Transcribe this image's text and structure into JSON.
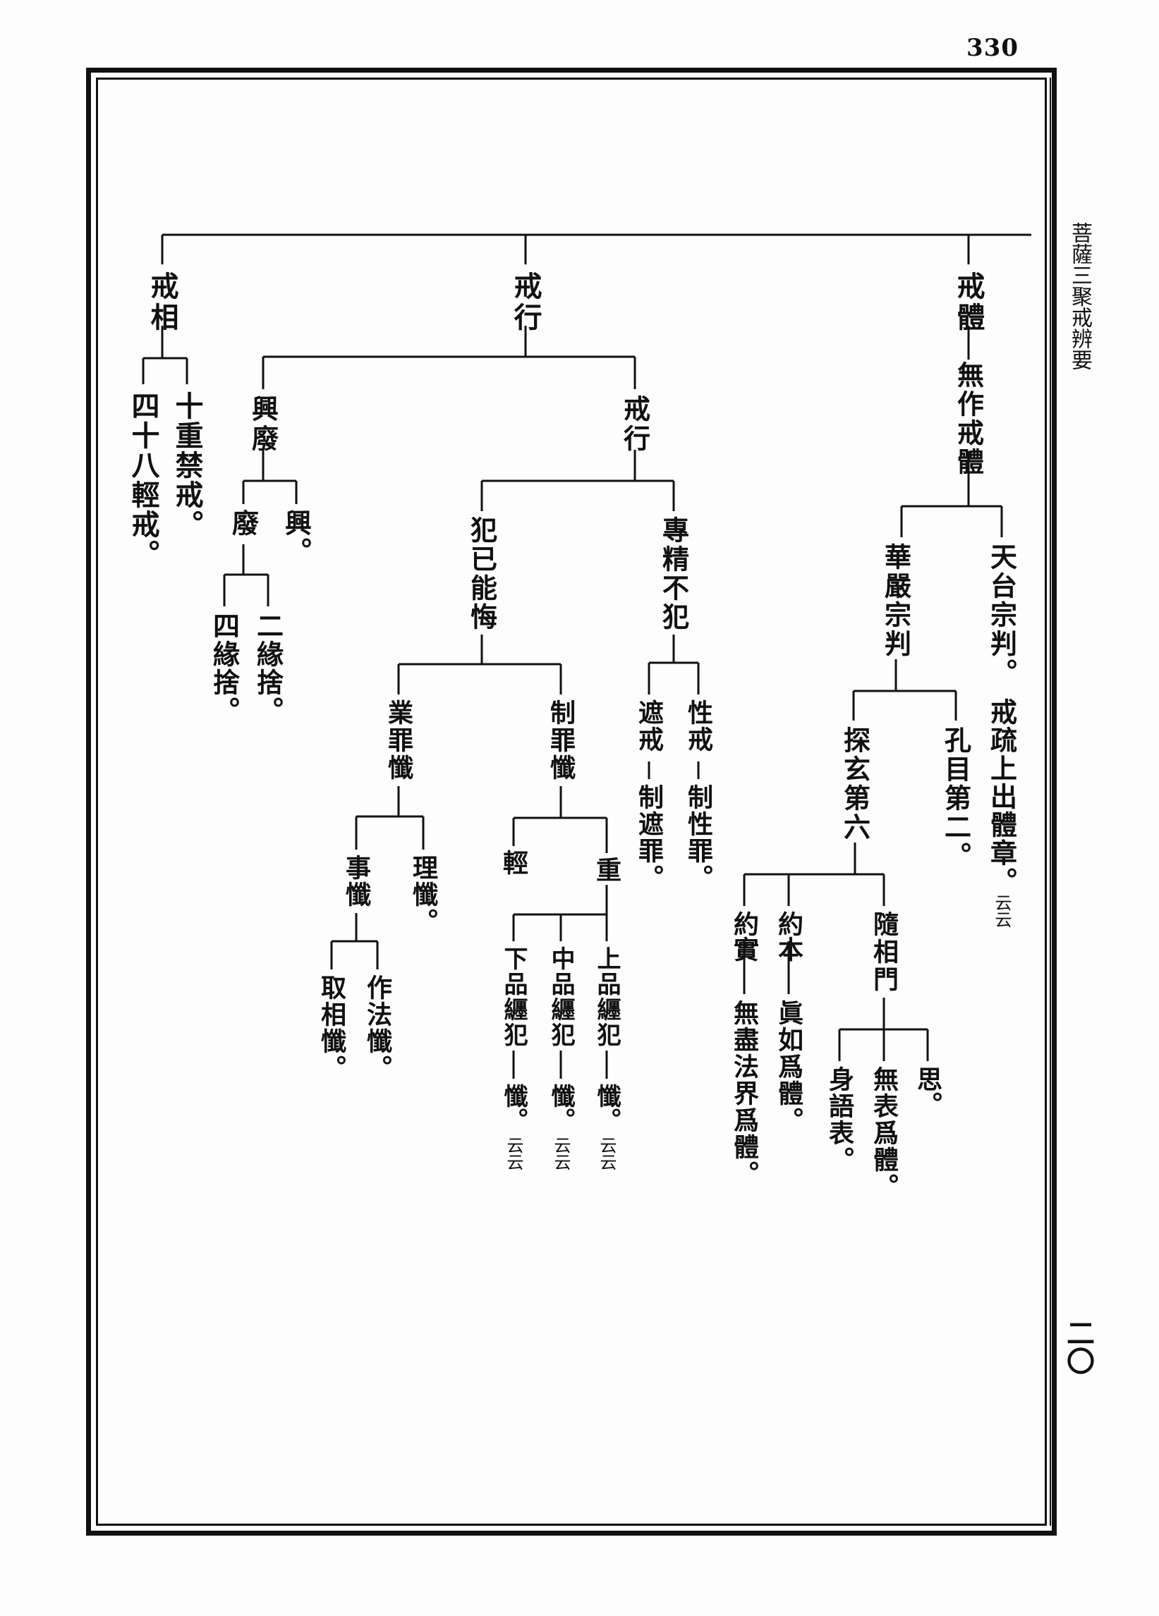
{
  "page_number": "330",
  "book_title": "菩薩三聚戒辨要",
  "folio": "二〇",
  "tree": {
    "root_branches": {
      "jie_xiang": "戒相",
      "jie_xing": "戒行",
      "jie_ti": "戒體"
    },
    "jie_xiang": {
      "shi_zhong": "十重禁戒。",
      "sishiba": "四十八輕戒。"
    },
    "jie_xing": {
      "xing_fei": "興廢",
      "xing": "興。",
      "fei": "廢",
      "er_yuan": "二緣捨。",
      "si_yuan": "四緣捨。",
      "jie_xing2": "戒行",
      "zhuan_jing": "專精不犯",
      "xing_jie": "性戒",
      "xing_zhi": "制性罪。",
      "zhe_jie": "遮戒",
      "zhe_zhi": "制遮罪。",
      "fan_yi": "犯已能悔",
      "zhi_zui": "制罪懺",
      "zhong": "重",
      "qing": "輕",
      "shang_pin": "上品纒犯",
      "zhong_pin": "中品纒犯",
      "xia_pin": "下品纒犯",
      "chan_yun": "懺。",
      "yunyun": "云云",
      "chan": "懺。",
      "ye_zui": "業罪懺",
      "li_chan": "理懺。",
      "shi_chan": "事懺",
      "zuo_fa": "作法懺。",
      "qu_xiang": "取相懺。"
    },
    "jie_ti": {
      "wu_zuo": "無作戒體",
      "tian_tai": "天台宗判。",
      "jie_shu": "戒疏上出體章。",
      "hua_yan": "華嚴宗判",
      "kong_mu": "孔目第二。",
      "tan_xuan": "探玄第六",
      "sui_xiang": "隨相門",
      "si": "思。",
      "wu_biao": "無表爲體。",
      "shen_yu": "身語表。",
      "yue_ben": "約本",
      "zhen_ru": "眞如爲體。",
      "yue_shi": "約實",
      "wu_jin": "無盡法界爲體。"
    }
  }
}
